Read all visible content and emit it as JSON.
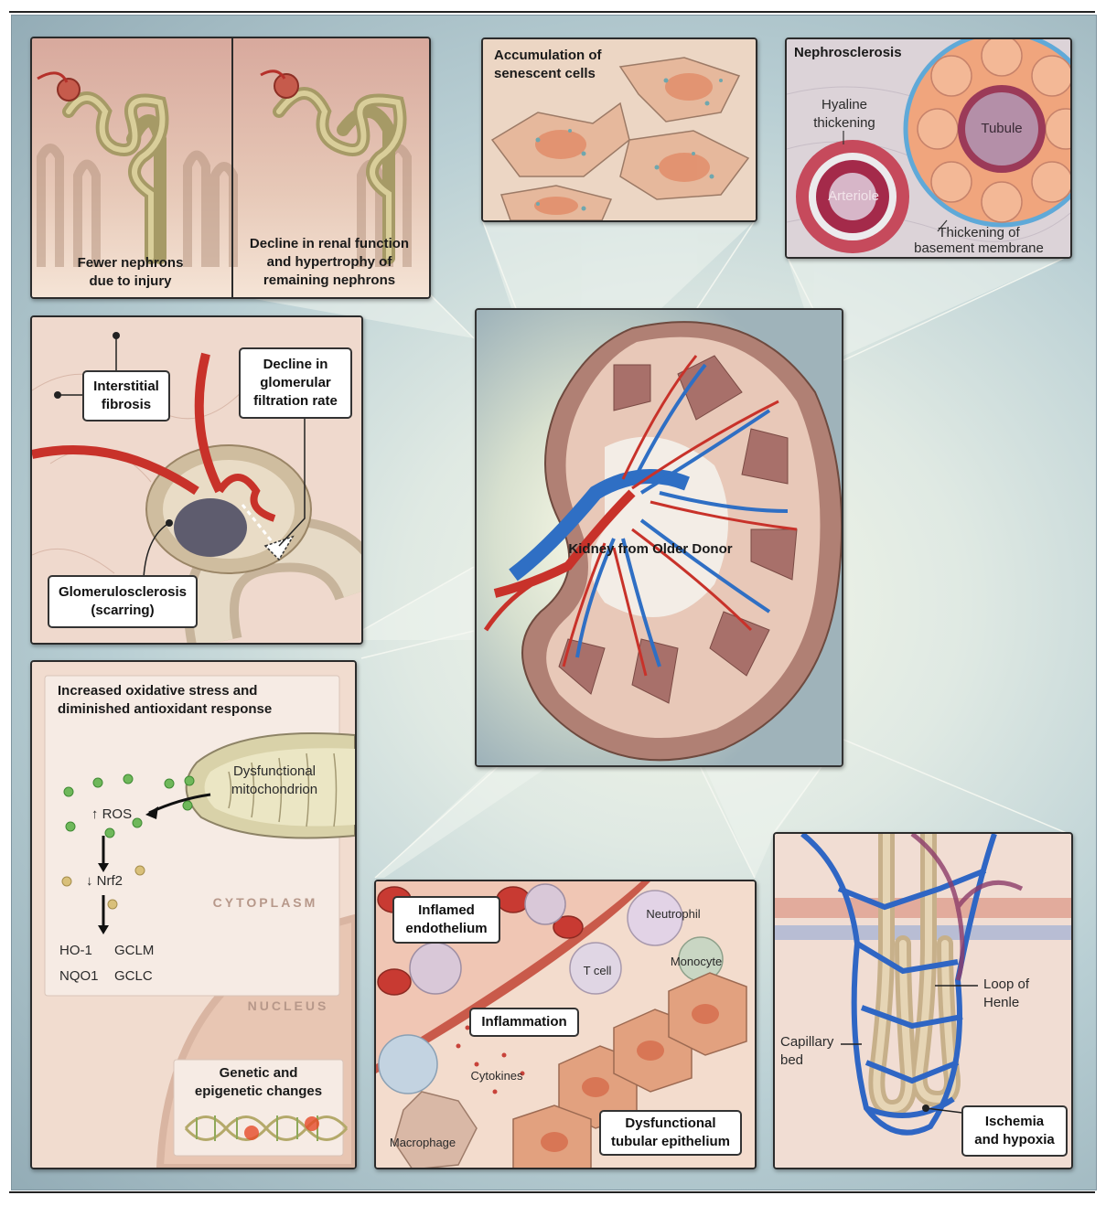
{
  "panels": {
    "nephrons": {
      "left_caption": "Fewer nephrons\ndue to injury",
      "right_caption": "Decline in renal function\nand hypertrophy of\nremaining nephrons"
    },
    "senescent": {
      "title": "Accumulation of\nsenescent cells"
    },
    "nephrosclerosis": {
      "title": "Nephrosclerosis",
      "hyaline": "Hyaline\nthickening",
      "tubule": "Tubule",
      "arteriole": "Arteriole",
      "basement": "Thickening of\nbasement membrane"
    },
    "glomerulus": {
      "interstitial": "Interstitial\nfibrosis",
      "gfr": "Decline in\nglomerular\nfiltration rate",
      "glomerulosclerosis": "Glomerulosclerosis\n(scarring)"
    },
    "kidney": {
      "label": "Kidney from Older Donor"
    },
    "oxidative": {
      "title": "Increased oxidative stress and\ndiminished antioxidant response",
      "mito": "Dysfunctional\nmitochondrion",
      "ros": "↑ ROS",
      "nrf2": "↓ Nrf2",
      "genes": [
        "HO-1",
        "GCLM",
        "NQO1",
        "GCLC"
      ],
      "cytoplasm": "CYTOPLASM",
      "nucleus": "NUCLEUS",
      "genetic": "Genetic and\nepigenetic changes"
    },
    "inflammation": {
      "inflamed": "Inflamed\nendothelium",
      "neutrophil": "Neutrophil",
      "tcell": "T cell",
      "monocyte": "Monocyte",
      "inflammation": "Inflammation",
      "cytokines": "Cytokines",
      "macrophage": "Macrophage",
      "dysfunctional": "Dysfunctional\ntubular epithelium"
    },
    "henle": {
      "loop": "Loop of\nHenle",
      "capillary": "Capillary\nbed",
      "ischemia": "Ischemia\nand hypoxia"
    }
  },
  "colors": {
    "artery": "#c8322a",
    "vein": "#2f6fc4",
    "tubule": "#c9b896",
    "background": "#b9cfd4"
  }
}
